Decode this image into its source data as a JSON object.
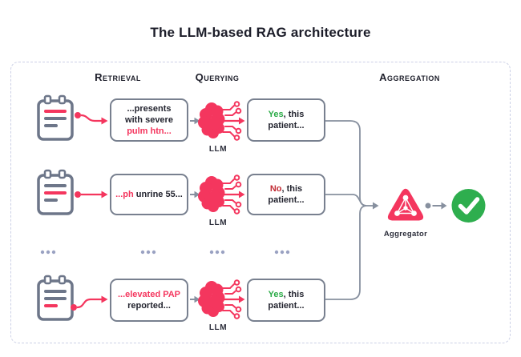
{
  "title": "The LLM-based RAG architecture",
  "headers": {
    "retrieval": "Retrieval",
    "querying": "Querying",
    "aggregation": "Aggregation"
  },
  "rows": [
    {
      "query": {
        "line1": "...presents",
        "line2": "with severe",
        "highlight": "pulm htn..."
      },
      "llm_label": "LLM",
      "answer": {
        "verdict": "Yes",
        "rest": ", this",
        "line2": "patient..."
      }
    },
    {
      "query": {
        "highlight": "...ph",
        "rest": " unrine 55..."
      },
      "llm_label": "LLM",
      "answer": {
        "verdict": "No",
        "rest": ", this",
        "line2": "patient..."
      }
    },
    {
      "query": {
        "highlight": "...elevated PAP",
        "line2": "reported..."
      },
      "llm_label": "LLM",
      "answer": {
        "verdict": "Yes",
        "rest": ", this",
        "line2": "patient..."
      }
    }
  ],
  "aggregator": {
    "label": "Aggregator"
  },
  "colors": {
    "accent_pink": "#f4365e",
    "icon_gray": "#6d7689",
    "connector_gray": "#87909f",
    "box_border": "#78808f",
    "yes_green": "#2bab47",
    "no_red": "#c22a33",
    "check_green": "#2eae4e",
    "text_dark": "#23242f",
    "ellipsis_dots": "#9aa2c2",
    "dashed_border": "#ccd0e6"
  }
}
